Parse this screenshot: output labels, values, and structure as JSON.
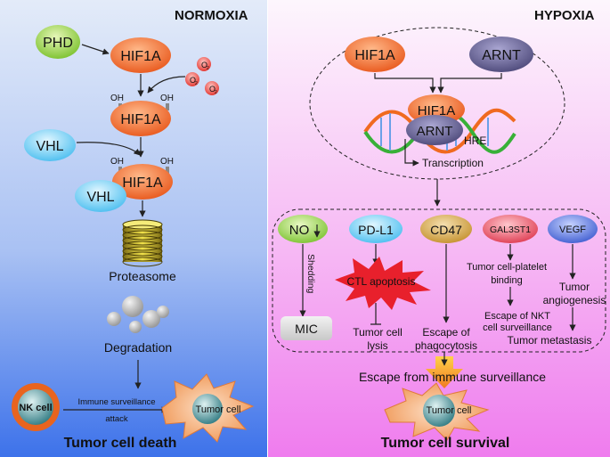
{
  "panels": {
    "normoxia": {
      "title": "NORMOXIA",
      "phd": "PHD",
      "hif1a_1": "HIF1A",
      "hif1a_2": "HIF1A",
      "hif1a_3": "HIF1A",
      "oh": "OH",
      "o2": "O",
      "o2_sub": "2",
      "vhl_1": "VHL",
      "vhl_2": "VHL",
      "proteasome": "Proteasome",
      "degradation": "Degradation",
      "nk_cell": "NK cell",
      "immune_line1": "Immune surveillance",
      "immune_line2": "attack",
      "tumor_cell": "Tumor cell",
      "outcome": "Tumor cell death"
    },
    "hypoxia": {
      "title": "HYPOXIA",
      "hif1a_top": "HIF1A",
      "arnt_top": "ARNT",
      "hif1a_dna": "HIF1A",
      "arnt_dna": "ARNT",
      "hre": "HRE",
      "transcription": "Transcription",
      "targets": {
        "no": "NO",
        "pdl1": "PD-L1",
        "cd47": "CD47",
        "gal3st1": "GAL3ST1",
        "vegf": "VEGF"
      },
      "shedding": "Shedding",
      "mic": "MIC",
      "ctl_apoptosis": "CTL apoptosis",
      "tumor_cell_lysis_1": "Tumor cell",
      "tumor_cell_lysis_2": "lysis",
      "escape_phago_1": "Escape of",
      "escape_phago_2": "phagocytosis",
      "platelet_1": "Tumor cell-platelet",
      "platelet_2": "binding",
      "nkt_1": "Escape of NKT",
      "nkt_2": "cell surveillance",
      "angio_1": "Tumor",
      "angio_2": "angiogenesis",
      "metastasis": "Tumor metastasis",
      "escape_immune": "Escape from immune surveillance",
      "tumor_cell": "Tumor cell",
      "outcome": "Tumor cell survival"
    }
  },
  "colors": {
    "normoxia_bg_top": "#dfe8f8",
    "normoxia_bg_bottom": "#3f74ea",
    "hypoxia_bg_top": "#fbf0fb",
    "hypoxia_bg_bottom": "#f07ef0",
    "hif1a": "#f06a2c",
    "arnt": "#5e5a8c",
    "phd": "#8fd03a",
    "vhl": "#4fc4f0",
    "cd47": "#c89a3a",
    "gal3st1": "#e0465a",
    "vegf": "#4a6ad8",
    "ctl_star": "#e8202c",
    "tumor_cell": "#f0a060"
  }
}
